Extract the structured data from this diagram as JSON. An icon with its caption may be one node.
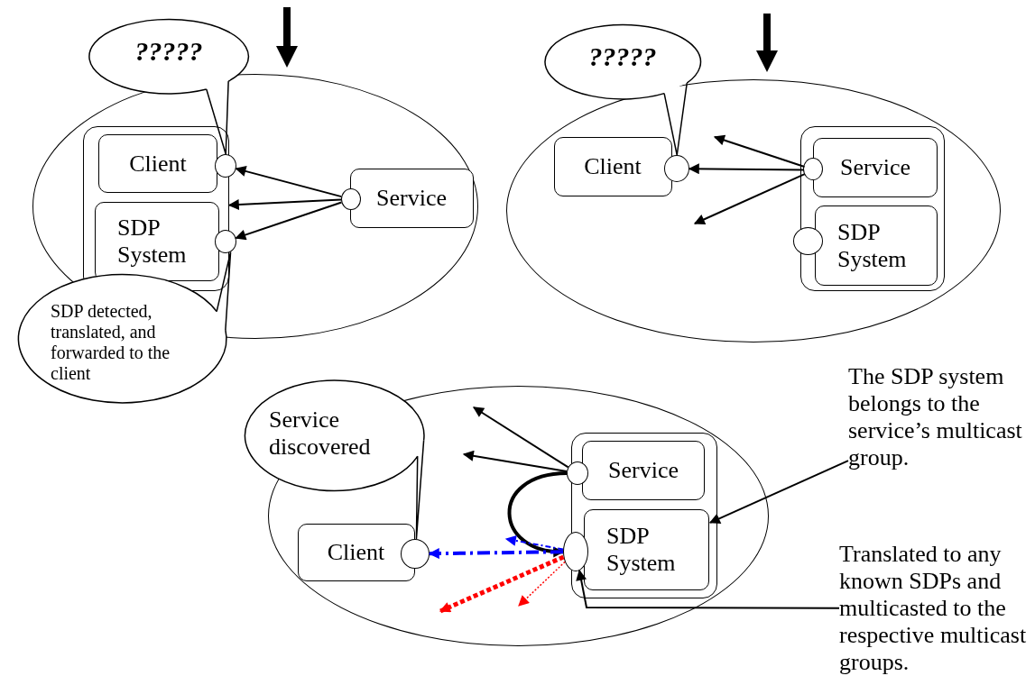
{
  "diagram": {
    "nodes": [
      {
        "text": [],
        "shape": "ellipse"
      },
      {
        "text": [],
        "shape": "box",
        "in": 0
      },
      {
        "text": [
          "Client"
        ],
        "in": 1
      },
      {
        "text": [
          "SDP System"
        ],
        "in": 1
      },
      {
        "text": [],
        "shape": "circle",
        "in": 0
      },
      {
        "text": [],
        "shape": "circle",
        "in": 0
      },
      {
        "text": [
          "Service"
        ],
        "in": 0
      },
      {
        "text": [],
        "shape": "circle",
        "in": 0
      },
      {
        "text": [
          "?????"
        ]
      },
      {
        "text": [
          "SDP detected, translated, and forwarded to the client"
        ]
      },
      {
        "text": [],
        "shape": "ellipse"
      },
      {
        "text": [
          "Client"
        ],
        "in": 10
      },
      {
        "text": [],
        "shape": "circle",
        "in": 10
      },
      {
        "text": [],
        "shape": "box",
        "in": 10
      },
      {
        "text": [
          "Service"
        ],
        "in": 13
      },
      {
        "text": [
          "SDP System"
        ],
        "in": 13
      },
      {
        "text": [],
        "shape": "circle",
        "in": 13
      },
      {
        "text": [],
        "shape": "circle",
        "in": 10
      },
      {
        "text": [
          "?????"
        ]
      },
      {
        "text": [],
        "shape": "ellipse"
      },
      {
        "text": [
          "Client"
        ],
        "in": 19
      },
      {
        "text": [],
        "shape": "circle",
        "in": 19
      },
      {
        "text": [],
        "shape": "box",
        "in": 19
      },
      {
        "text": [
          "Service"
        ],
        "in": 22
      },
      {
        "text": [
          "SDP System"
        ],
        "in": 22
      },
      {
        "text": [],
        "shape": "circle",
        "in": 19
      },
      {
        "text": [],
        "shape": "circle",
        "in": 19
      },
      {
        "text": [
          "Service discovered"
        ]
      },
      {
        "text": [
          "The SDP system belongs to the service’s multicast group."
        ]
      },
      {
        "text": [
          "Translated to any known SDPs and multicasted to the respective multicast groups."
        ]
      }
    ],
    "edges": [
      {
        "from": 7,
        "to": 4,
        "arrow": "to"
      },
      {
        "from": 7,
        "to": 1,
        "arrow": "to"
      },
      {
        "from": 7,
        "to": 5,
        "arrow": "to"
      },
      {
        "from": 16,
        "to": null,
        "arrow": "to"
      },
      {
        "from": 16,
        "to": 12,
        "arrow": "to"
      },
      {
        "from": 16,
        "to": null,
        "arrow": "to"
      },
      {
        "from": 25,
        "to": null,
        "arrow": "to"
      },
      {
        "from": 25,
        "to": null,
        "arrow": "to"
      },
      {
        "from": 25,
        "to": 26,
        "arrow": "to",
        "style": "thick"
      },
      {
        "from": 26,
        "to": 21,
        "arrow": "to",
        "style": "dashed",
        "color": "#0000ff"
      },
      {
        "from": 26,
        "to": null,
        "arrow": "to",
        "style": "dashed",
        "color": "#0000ff"
      },
      {
        "from": 26,
        "to": null,
        "arrow": "to",
        "style": "dashed",
        "color": "#ff0000"
      },
      {
        "from": 26,
        "to": null,
        "arrow": "to",
        "style": "dashed",
        "color": "#ff0000"
      },
      {
        "from": 28,
        "to": 24,
        "arrow": "to"
      },
      {
        "from": 29,
        "to": 26,
        "arrow": "to"
      },
      {
        "from": 8,
        "to": 4,
        "arrow": "none"
      },
      {
        "from": 9,
        "to": 5,
        "arrow": "none"
      },
      {
        "from": 18,
        "to": 12,
        "arrow": "none"
      },
      {
        "from": 27,
        "to": 21,
        "arrow": "none"
      }
    ]
  }
}
